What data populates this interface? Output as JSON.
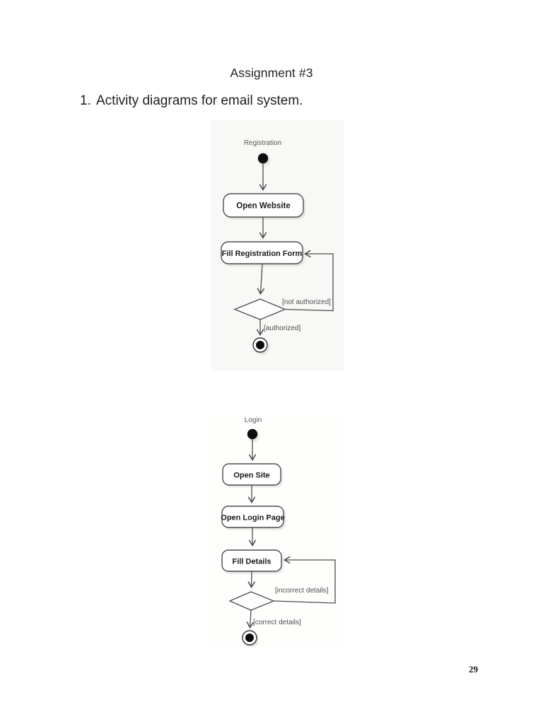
{
  "page": {
    "title": "Assignment #3",
    "list": {
      "number": "1.",
      "text": "Activity diagrams for email system."
    },
    "page_number": "29"
  },
  "colors": {
    "diagram_line": "#4d4d4d",
    "diagram1_background": "#f8f8f6",
    "node_fill": "#ffffff",
    "start_final_fill": "#0d0d0d"
  },
  "registration_diagram": {
    "title": "Registration",
    "activities": {
      "a1": "Open Website",
      "a2": "Fill Registration Form"
    },
    "guards": {
      "retry": "[not authorized]",
      "proceed": "[authorized]"
    }
  },
  "login_diagram": {
    "title": "Login",
    "activities": {
      "a1": "Open Site",
      "a2": "Open Login Page",
      "a3": "Fill Details"
    },
    "guards": {
      "retry": "[incorrect details]",
      "proceed": "[correct details]"
    }
  }
}
